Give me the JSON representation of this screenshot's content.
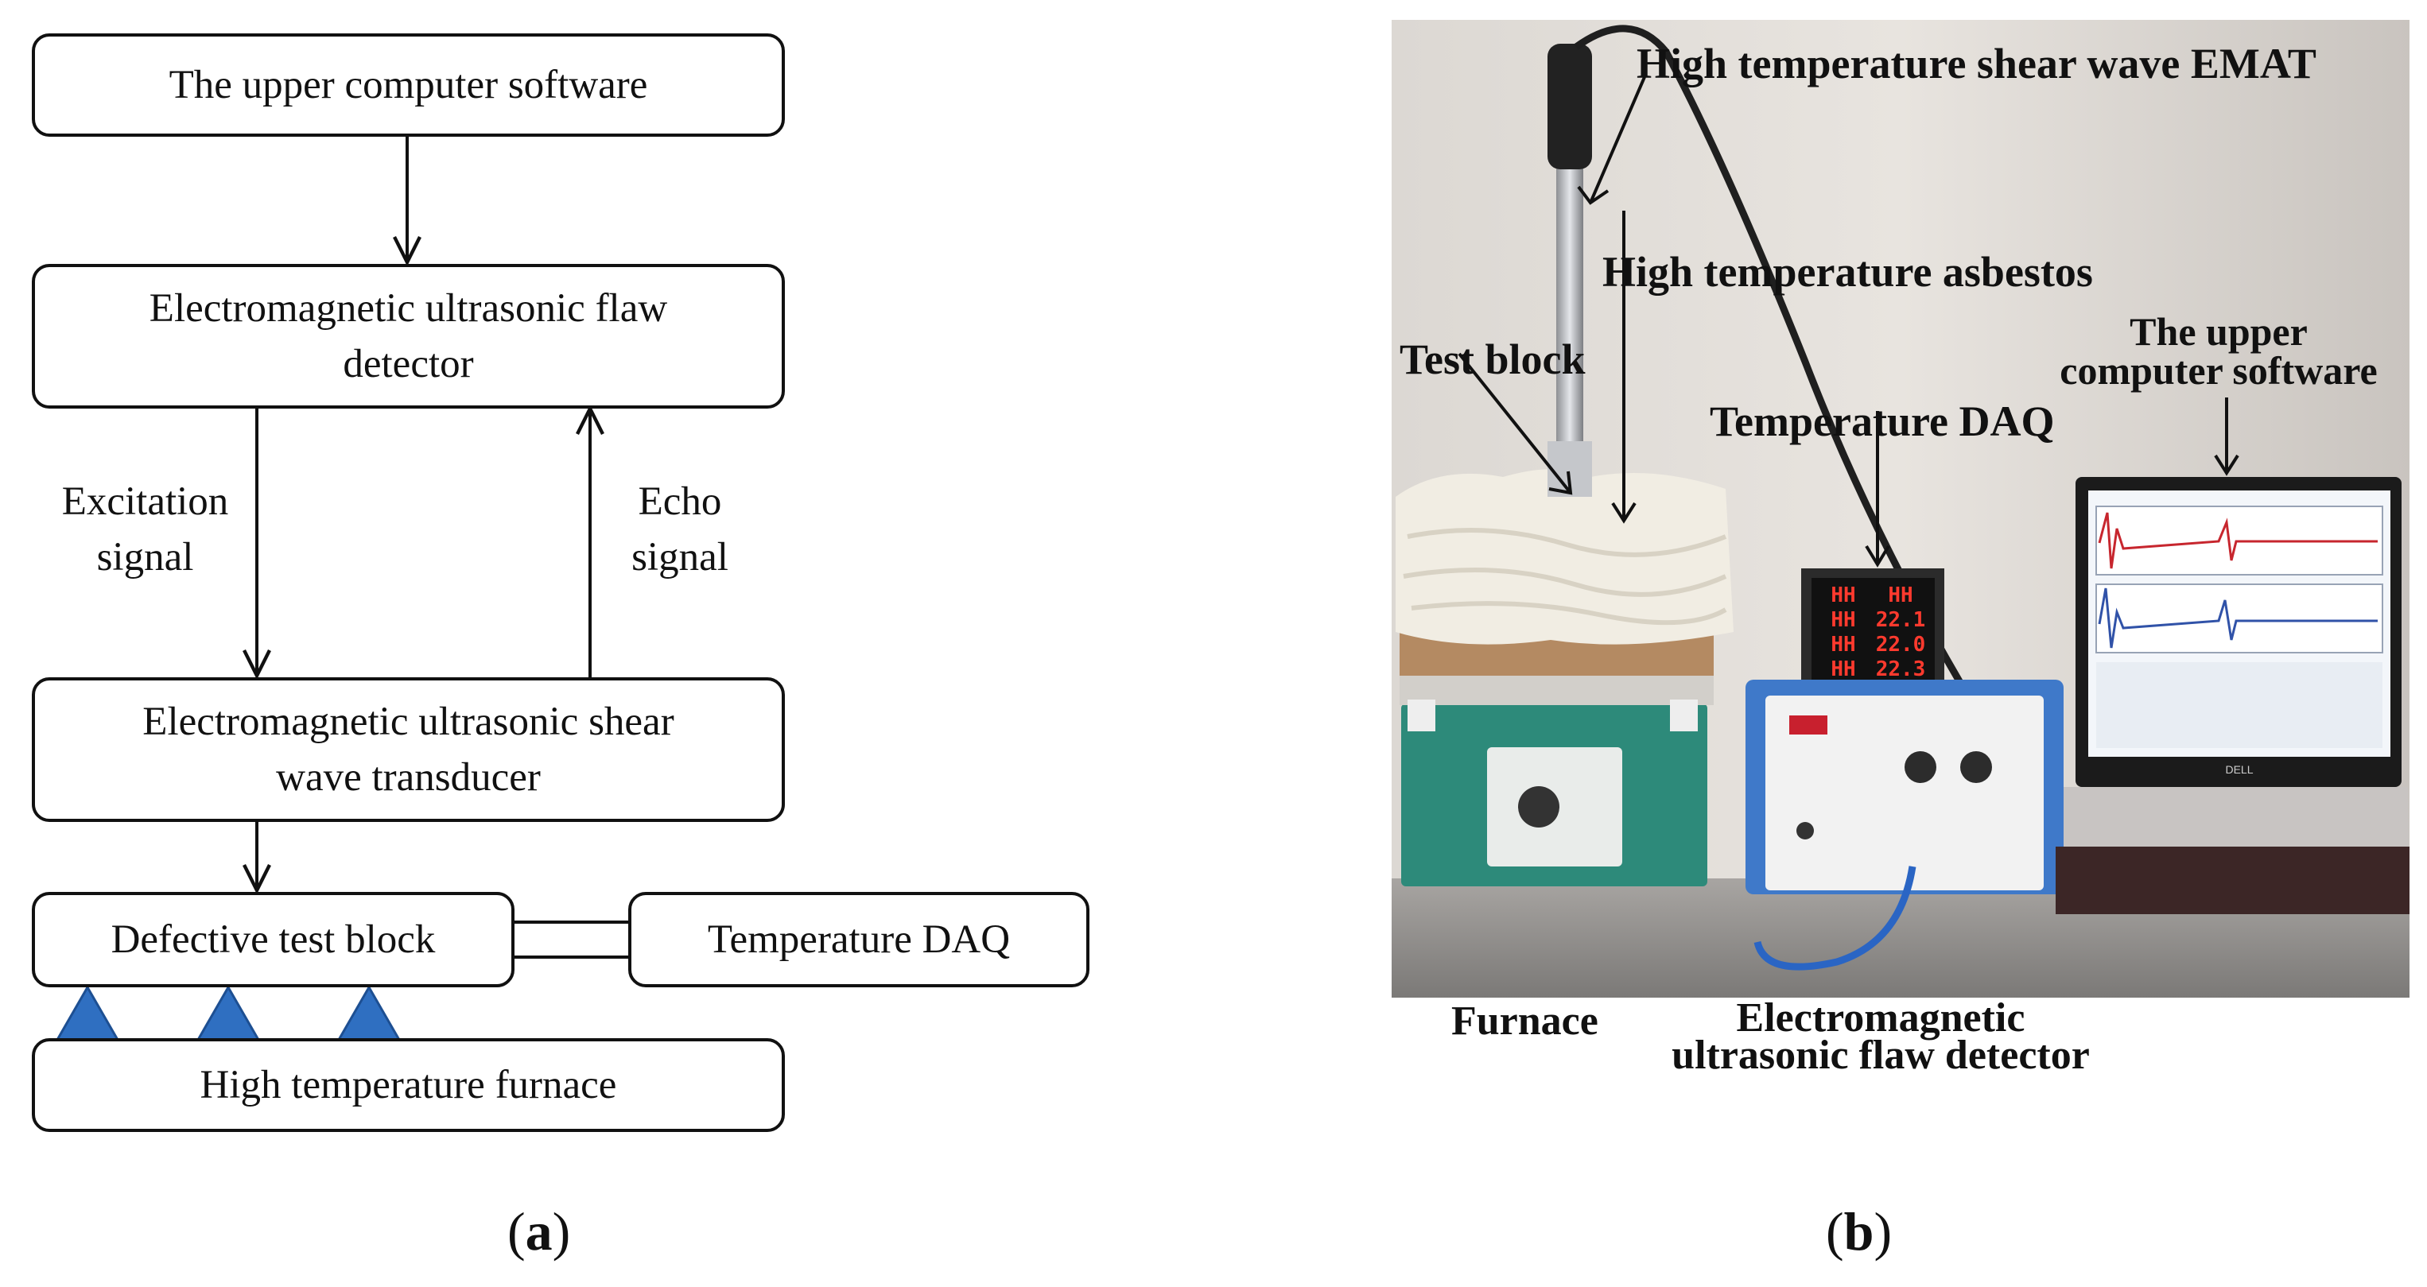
{
  "panel_a": {
    "caption_open": "(",
    "caption_letter": "a",
    "caption_close": ")",
    "nodes": {
      "upper_software": "The upper computer software",
      "flaw_detector_line1": "Electromagnetic ultrasonic flaw",
      "flaw_detector_line2": "detector",
      "transducer_line1": "Electromagnetic ultrasonic shear",
      "transducer_line2": "wave transducer",
      "test_block": "Defective test block",
      "temperature_daq": "Temperature DAQ",
      "furnace": "High temperature furnace"
    },
    "edges": {
      "excitation_line1": "Excitation",
      "excitation_line2": "signal",
      "echo_line1": "Echo",
      "echo_line2": "signal"
    },
    "colors": {
      "heat_marker": "#2f6fc1",
      "heat_marker_edge": "#1d4f92"
    }
  },
  "panel_b": {
    "caption_open": "(",
    "caption_letter": "b",
    "caption_close": ")",
    "callouts": {
      "emat": "High temperature shear wave EMAT",
      "asbestos": "High temperature asbestos",
      "test_block": "Test block",
      "software_line1": "The upper",
      "software_line2": "computer software",
      "daq": "Temperature DAQ"
    },
    "display_readings": {
      "left": [
        "HH",
        "HH",
        "HH",
        "HH"
      ],
      "right": [
        "HH",
        "22.1",
        "22.0",
        "22.3"
      ]
    },
    "laptop_brand": "DELL",
    "below_labels": {
      "furnace": "Furnace",
      "detector_line1": "Electromagnetic",
      "detector_line2": "ultrasonic flaw detector"
    }
  }
}
